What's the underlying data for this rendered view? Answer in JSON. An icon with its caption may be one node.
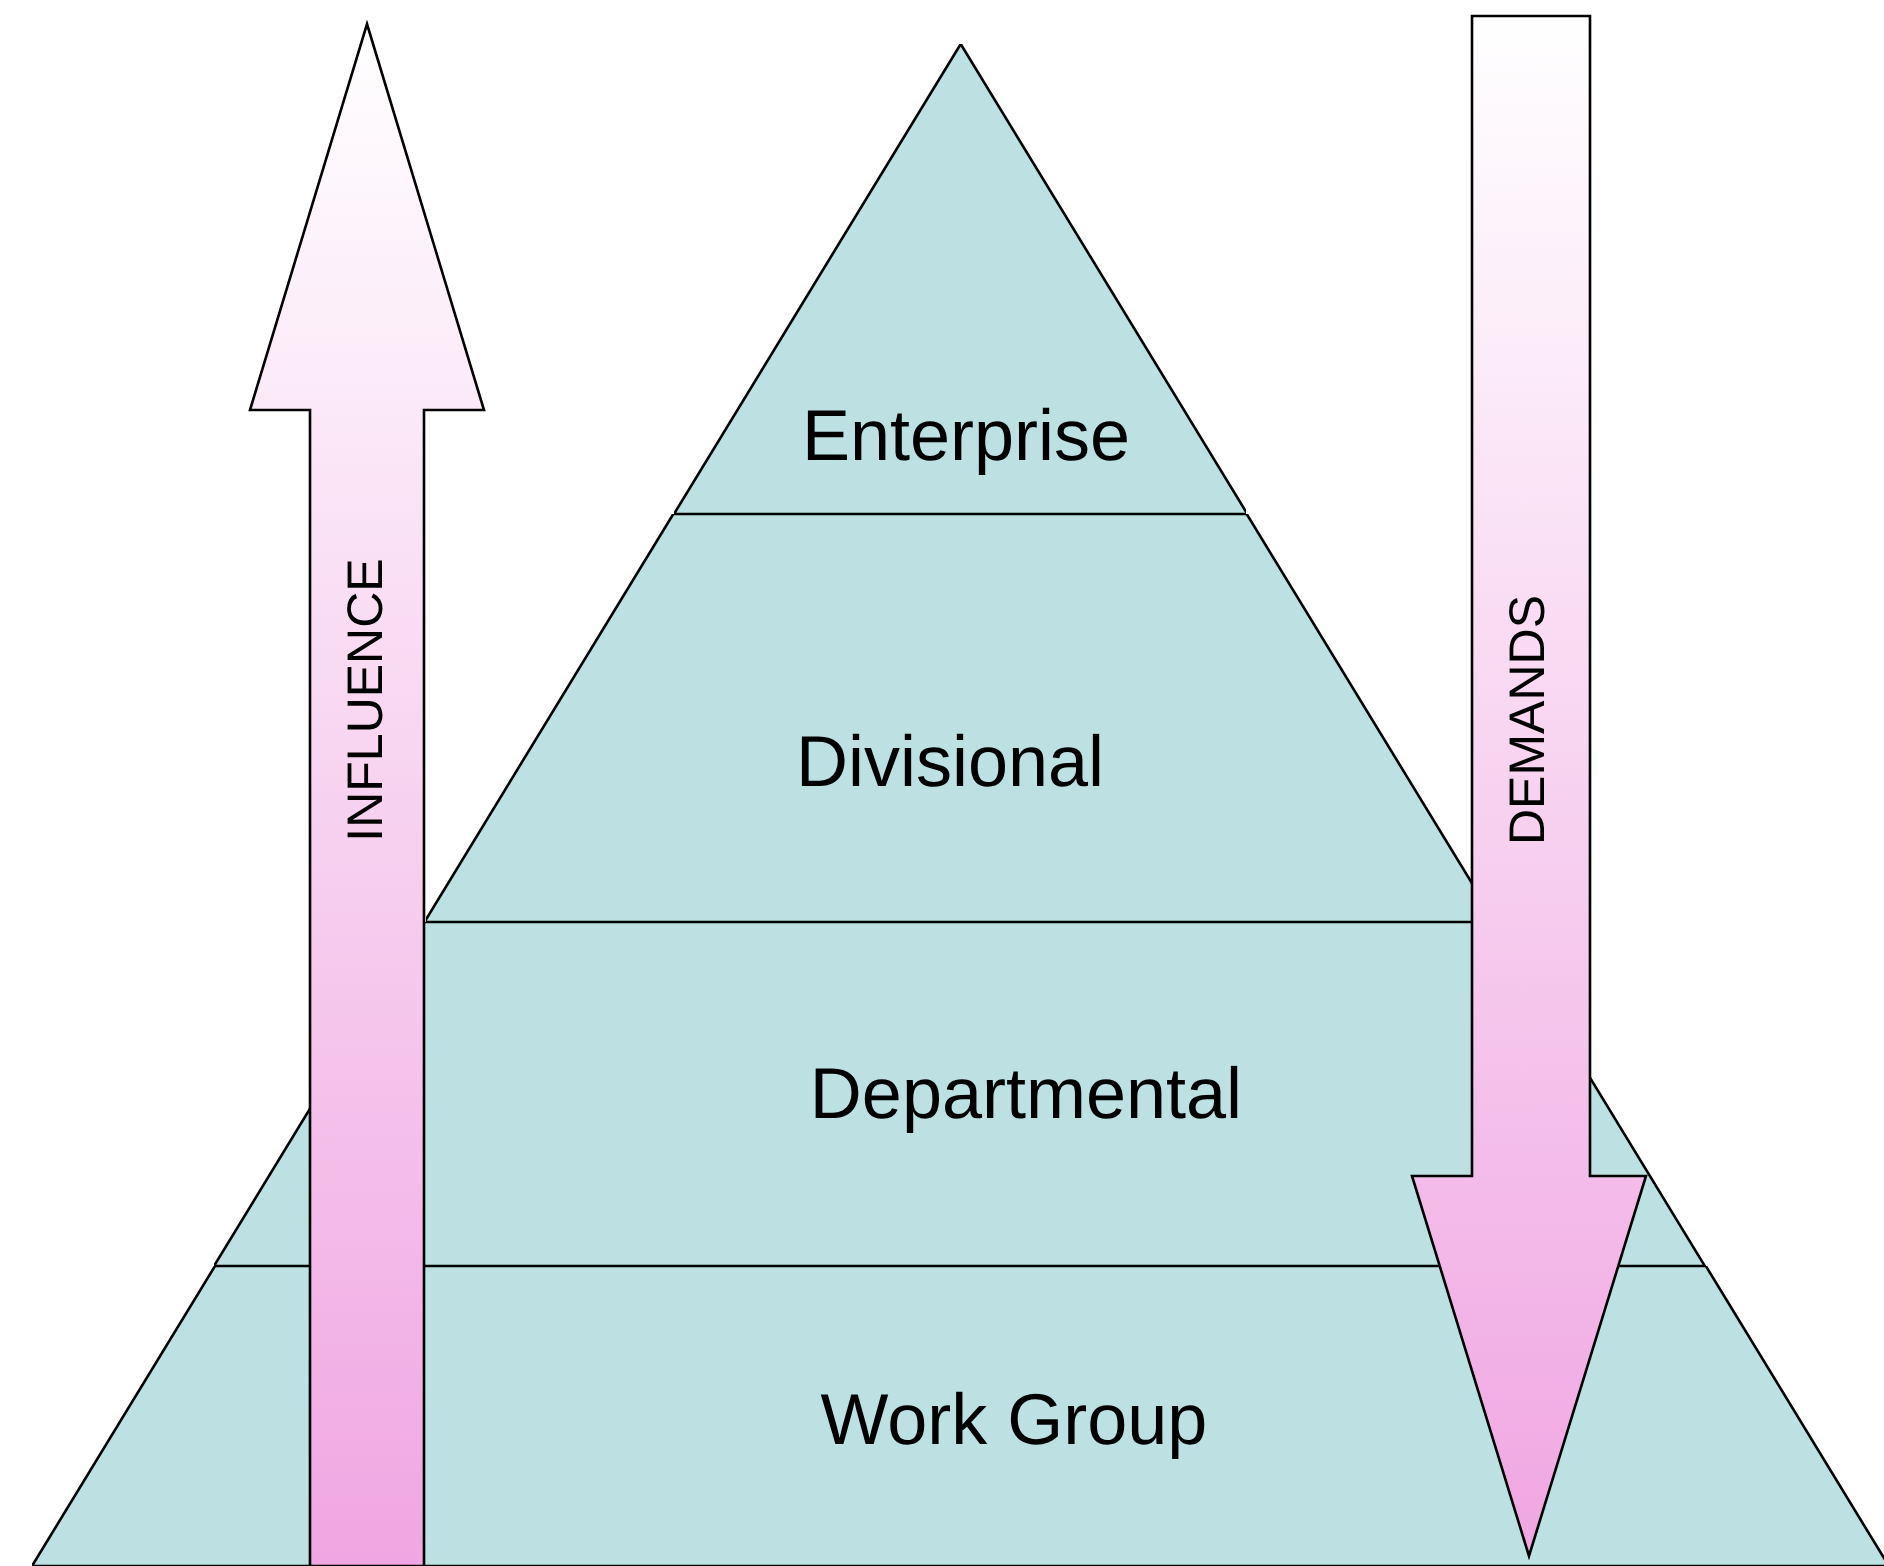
{
  "diagram": {
    "nodes": [
      {
        "text": [
          "Enterprise"
        ]
      },
      {
        "text": [
          "Divisional"
        ]
      },
      {
        "text": [
          "Departmental"
        ]
      },
      {
        "text": [
          "Work Group"
        ]
      },
      {
        "text": [
          "INFLUENCE"
        ]
      },
      {
        "text": [
          "DEMANDS"
        ]
      }
    ]
  }
}
